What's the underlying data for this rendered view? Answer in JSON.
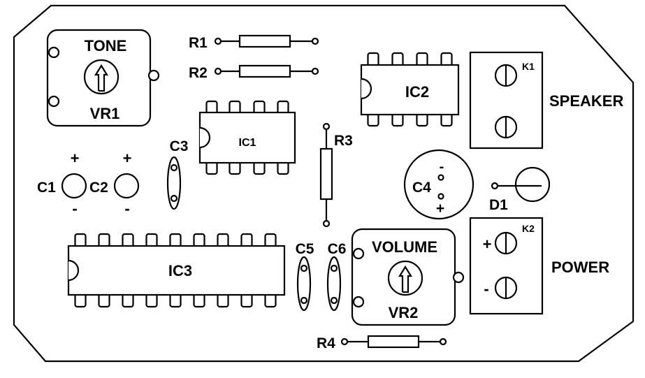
{
  "labels": {
    "tone": "TONE",
    "vr1": "VR1",
    "r1": "R1",
    "r2": "R2",
    "r3": "R3",
    "r4": "R4",
    "ic1": "IC1",
    "ic2": "IC2",
    "ic3": "IC3",
    "c1": "C1",
    "c2": "C2",
    "c3": "C3",
    "c4": "C4",
    "c5": "C5",
    "c6": "C6",
    "d1": "D1",
    "k1": "K1",
    "k2": "K2",
    "speaker": "SPEAKER",
    "power": "POWER",
    "volume": "VOLUME",
    "vr2": "VR2",
    "plus": "+",
    "minus": "-"
  },
  "colors": {
    "ink": "#000000",
    "board": "#ffffff"
  }
}
